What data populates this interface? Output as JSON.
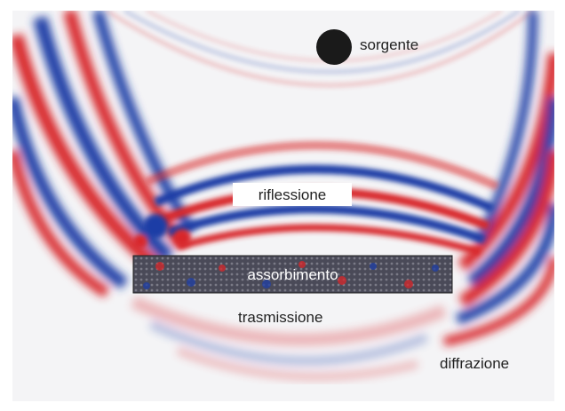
{
  "labels": {
    "source": "sorgente",
    "reflection": "riflessione",
    "absorption": "assorbimento",
    "transmission": "trasmissione",
    "diffraction": "diffrazione"
  },
  "colors": {
    "positive_wave": "#d8262a",
    "negative_wave": "#1f3ea6",
    "source": "#1a1a1a",
    "background": "#ffffff",
    "field_background": "#f2f2f4",
    "absorber": "#5a5a66"
  }
}
